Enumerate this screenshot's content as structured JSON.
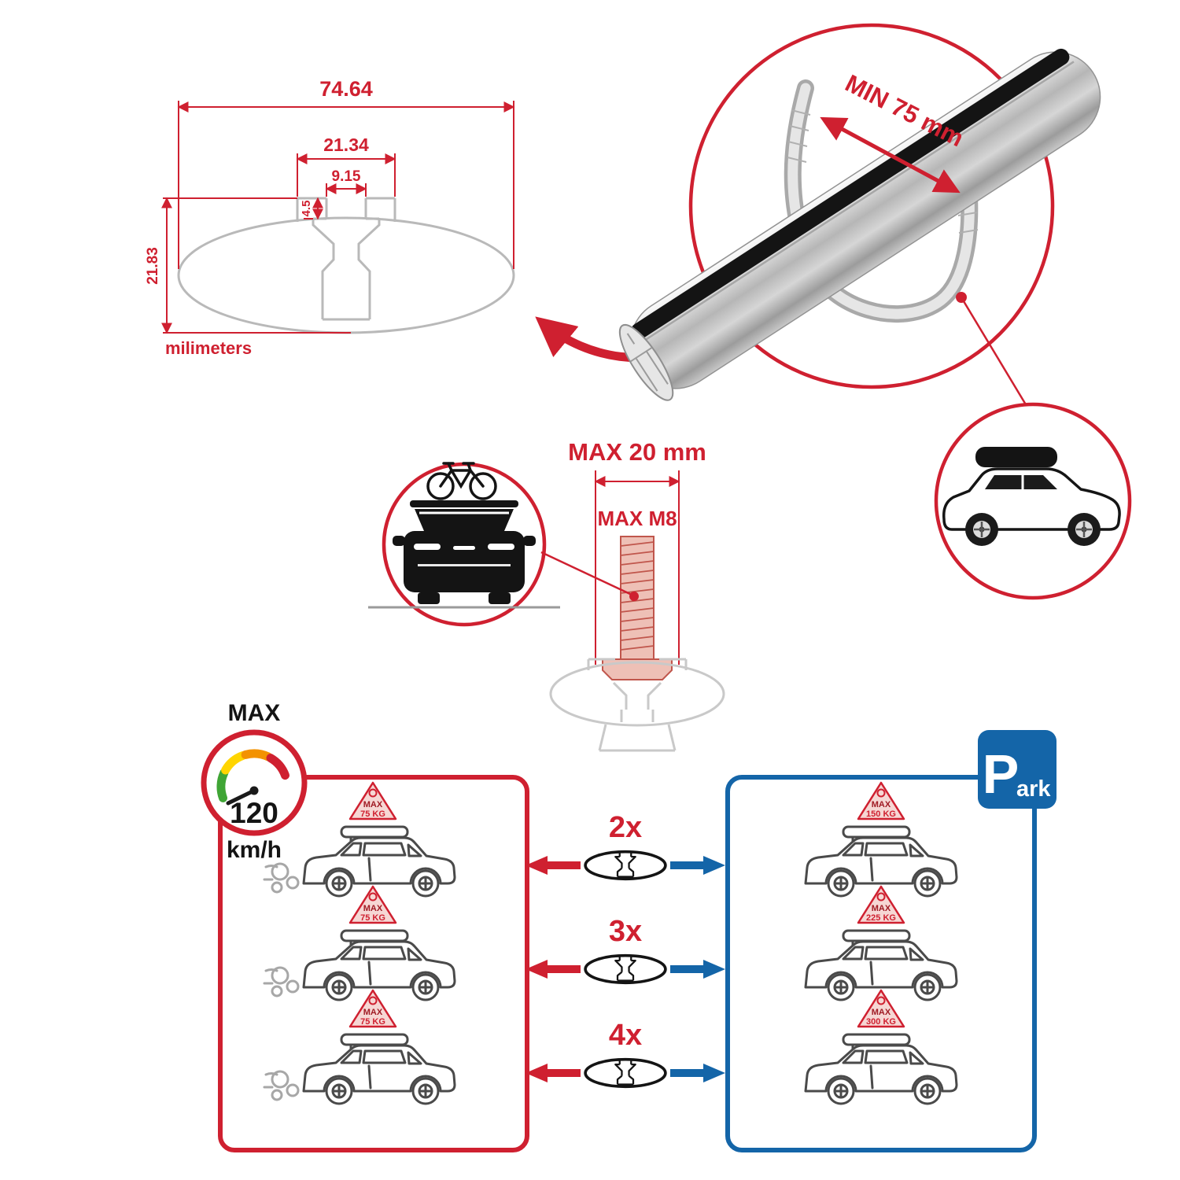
{
  "colors": {
    "red": "#cf2030",
    "blue": "#1465a8",
    "gray_line": "#b9b9b9",
    "dark": "#141414"
  },
  "profile_dimensions": {
    "total_width": "74.64",
    "channel_width": "21.34",
    "slot_width": "9.15",
    "slot_depth": "4.5",
    "total_height": "21.83",
    "units_label": "milimeters"
  },
  "bar": {
    "min_span_label": "MIN 75 mm"
  },
  "bolt": {
    "max_length_label": "MAX 20 mm",
    "max_thread_label": "MAX M8"
  },
  "speed_limit": {
    "title": "MAX",
    "value": "120",
    "unit": "km/h"
  },
  "parking_sign": {
    "letter": "P",
    "suffix": "ark"
  },
  "load_rows": [
    {
      "multiplier": "2x",
      "driving": {
        "line1": "MAX",
        "line2": "75 KG"
      },
      "parked": {
        "line1": "MAX",
        "line2": "150 KG"
      }
    },
    {
      "multiplier": "3x",
      "driving": {
        "line1": "MAX",
        "line2": "75 KG"
      },
      "parked": {
        "line1": "MAX",
        "line2": "225 KG"
      }
    },
    {
      "multiplier": "4x",
      "driving": {
        "line1": "MAX",
        "line2": "75 KG"
      },
      "parked": {
        "line1": "MAX",
        "line2": "300 KG"
      }
    }
  ]
}
